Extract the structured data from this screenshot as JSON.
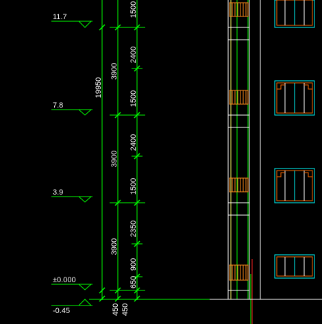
{
  "levels": [
    {
      "label": "11.7"
    },
    {
      "label": "7.8"
    },
    {
      "label": "3.9"
    },
    {
      "label": "±0.000"
    },
    {
      "label": "-0.45"
    }
  ],
  "overall_dimension": "19950",
  "floor_dimensions": [
    "3900",
    "3900",
    "3900"
  ],
  "segment_dimensions": [
    "1500",
    "2400",
    "1500",
    "2400",
    "1500",
    "2350",
    "900",
    "650"
  ],
  "base_dimensions": [
    "450",
    "450"
  ],
  "colors": {
    "background": "#000000",
    "dimension_lines": "#00ff00",
    "text": "#ffffff",
    "wall_lines": "#ffffff",
    "balcony": "#ff8c1a",
    "window_frame": "#00ffff",
    "window_detail": "#ff6a00",
    "column_line": "#ffff66"
  }
}
